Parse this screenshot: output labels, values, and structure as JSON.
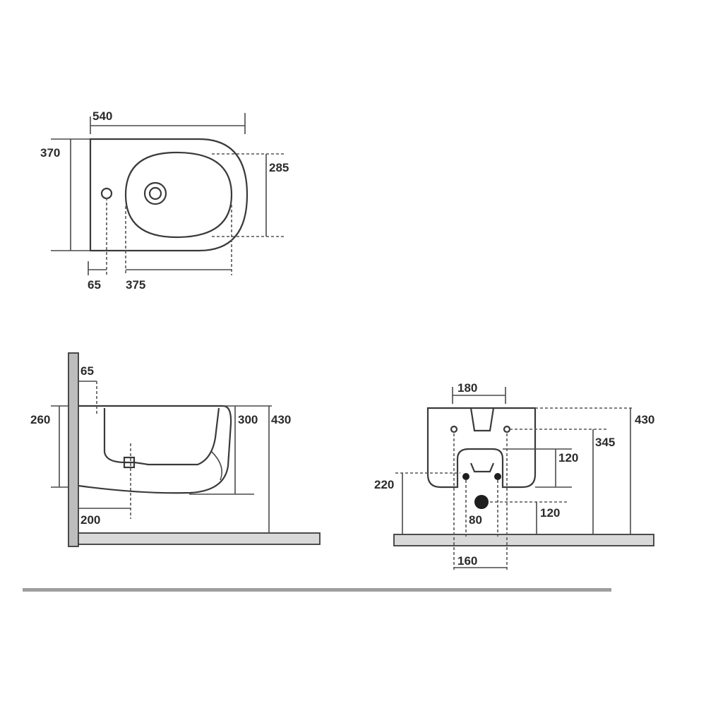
{
  "colors": {
    "line": "#3a3a3a",
    "wall": "#bdbdbd",
    "floor": "#d9d9d9"
  },
  "top_view": {
    "width": "540",
    "depth": "370",
    "bowl_depth": "285",
    "tap_offset": "65",
    "bowl_length": "375"
  },
  "side_view": {
    "top_offset": "65",
    "bowl_height": "260",
    "rim_height": "300",
    "total_height": "430",
    "drain_distance": "200"
  },
  "rear_view": {
    "fixing_spacing_top": "180",
    "total_height": "430",
    "fixing_height": "345",
    "recess_height": "120",
    "waste_height": "220",
    "waste_offset": "120",
    "recess_width": "80",
    "bolt_spacing": "160"
  }
}
